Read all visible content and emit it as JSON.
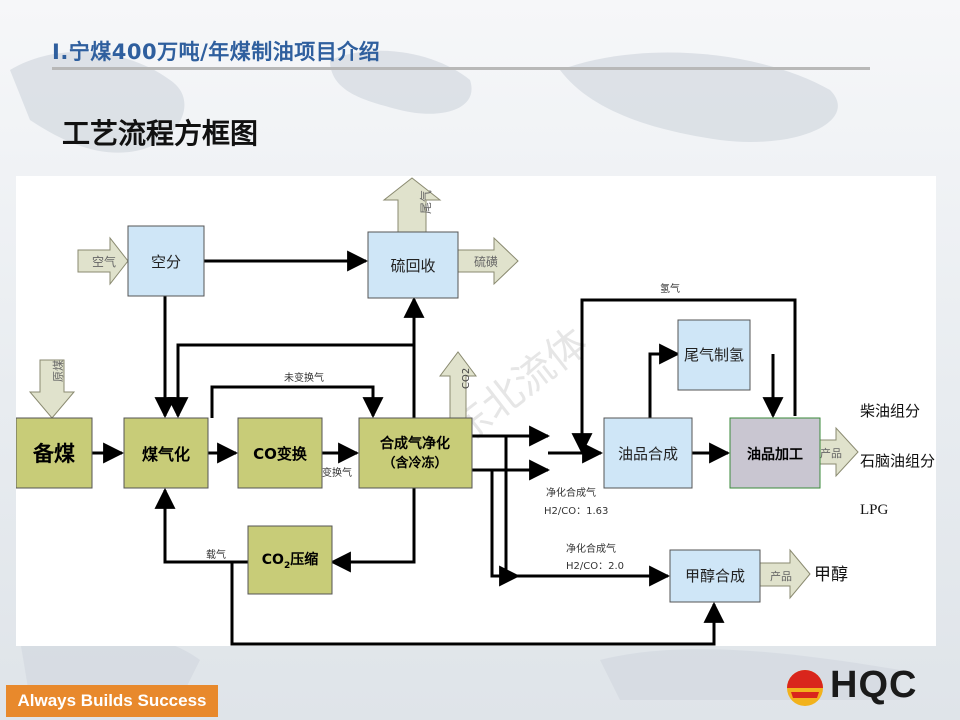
{
  "header": {
    "title": "I.宁煤400万吨/年煤制油项目介绍",
    "subtitle": "工艺流程方框图"
  },
  "diagram": {
    "nodes": {
      "air_sep": "空分",
      "sulfur_rec": "硫回收",
      "coal_prep": "备煤",
      "gasification": "煤气化",
      "co_shift": "CO变换",
      "purify_l1": "合成气净化",
      "purify_l2": "（含冷冻）",
      "co2_l1": "CO",
      "co2_sub": "2",
      "co2_l2": "压缩",
      "tail_h2": "尾气制氢",
      "oil_synth": "油品合成",
      "oil_proc": "油品加工",
      "methanol": "甲醇合成"
    },
    "arrows": {
      "air_in": "空气",
      "tail_gas_out": "尾气",
      "sulfur_out": "硫磺",
      "coal_in": "原煤",
      "co2_out": "CO2",
      "product_oil": "产品",
      "product_meoh": "产品"
    },
    "labels": {
      "unshifted_gas": "未变换气",
      "shifted_gas": "变换气",
      "hydrogen": "氢气",
      "clean_gas_a": "净化合成气",
      "ratio_a": "H2/CO：1.63",
      "clean_gas_b": "净化合成气",
      "ratio_b": "H2/CO：2.0",
      "send_gas": "载气"
    },
    "products": {
      "diesel": "柴油组分",
      "naphtha": "石脑油组分",
      "lpg": "LPG",
      "methanol": "甲醇"
    },
    "watermark": "东北流体"
  },
  "footer": {
    "slogan": "Always Builds Success",
    "logo_text": "HQC"
  },
  "colors": {
    "title_blue": "#2f5f9e",
    "box_blue": "#cfe6f7",
    "box_olive": "#c8cc78",
    "box_gray": "#c9c6d1",
    "arrow_fill": "#e0e2cc",
    "slogan_orange": "#e8892c",
    "logo_red": "#d9261c",
    "logo_yellow": "#f2b21c"
  }
}
